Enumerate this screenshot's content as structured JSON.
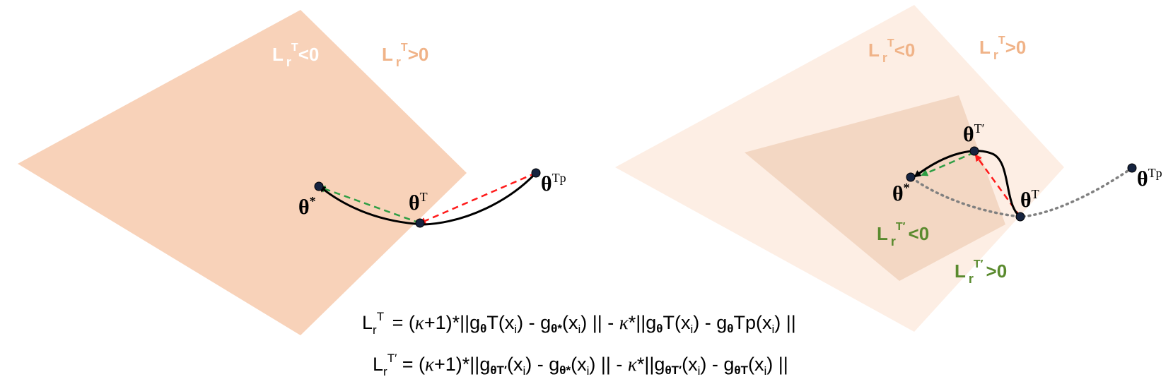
{
  "colors": {
    "region_outer_left": "#f8d2b9",
    "region_outer_right": "#fdeee4",
    "region_inner_right": "#f3d7c3",
    "label_light": "#ffffff",
    "label_orange": "#f0b388",
    "label_green": "#5a8a2e",
    "arrow_black": "#000000",
    "arrow_red": "#ff1a1a",
    "arrow_green": "#2e9e44",
    "arrow_gray": "#808080",
    "point_fill": "#16233f"
  },
  "left_panel": {
    "label_neg": {
      "base": "L",
      "sub": "r",
      "sup": "T",
      "rel": "<0"
    },
    "label_pos": {
      "base": "L",
      "sub": "r",
      "sup": "T",
      "rel": ">0"
    },
    "theta_star": {
      "base": "θ",
      "sup": "*"
    },
    "theta_T": {
      "base": "θ",
      "sup": "T"
    },
    "theta_Tp": {
      "base": "θ",
      "sup": "Tp"
    }
  },
  "right_panel": {
    "label_neg": {
      "base": "L",
      "sub": "r",
      "sup": "T",
      "rel": "<0"
    },
    "label_pos": {
      "base": "L",
      "sub": "r",
      "sup": "T",
      "rel": ">0"
    },
    "label_inner_neg": {
      "base": "L",
      "sub": "r",
      "sup": "T′",
      "rel": "<0"
    },
    "label_inner_pos": {
      "base": "L",
      "sub": "r",
      "sup": "T′",
      "rel": ">0"
    },
    "theta_star": {
      "base": "θ",
      "sup": "*"
    },
    "theta_Tprime": {
      "base": "θ",
      "sup": "T′"
    },
    "theta_T": {
      "base": "θ",
      "sup": "T"
    },
    "theta_Tp": {
      "base": "θ",
      "sup": "Tp"
    }
  },
  "formulas": {
    "line1": {
      "lhs_base": "L",
      "lhs_sub": "r",
      "lhs_sup": "T",
      "eq": " = (",
      "kappa": "κ",
      "p1": "+1)*||g",
      "theta": "θ",
      "p2": "T(x",
      "i": "i",
      "p3": ") - g",
      "thetastar": "θ*",
      "p4": "(x",
      "p5": ") || - ",
      "p6": "*||g",
      "p7": "T(x",
      "p8": ") - g",
      "p9": "Tp(x",
      "p10": ") ||"
    },
    "line2": {
      "lhs_base": "L",
      "lhs_sub": "r",
      "lhs_sup": "T′",
      "eq": " = (",
      "kappa": "κ",
      "p1": "+1)*||g",
      "thetaTp": "θT′",
      "p2": "(x",
      "i": "i",
      "p3": ") - g",
      "thetastar": "θ*",
      "p4": "(x",
      "p5": ") || - ",
      "p6": "*||g",
      "p7": "(x",
      "p8": ") - g",
      "thetaT": "θT",
      "p9": "(x",
      "p10": ") ||"
    }
  }
}
